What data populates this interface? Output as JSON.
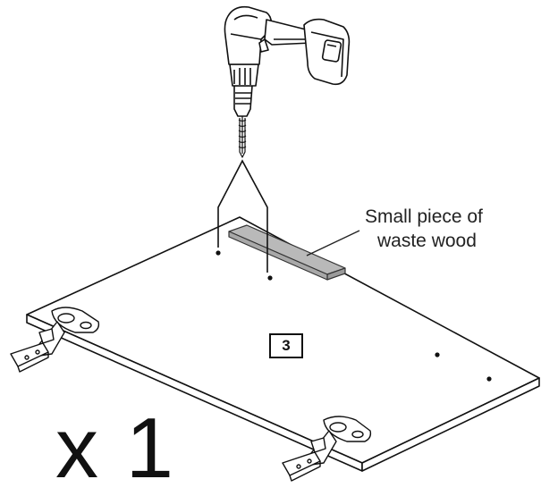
{
  "callout": {
    "line1": "Small piece of",
    "line2": "waste wood"
  },
  "part_number": "3",
  "quantity": "x 1",
  "icons": [
    "drill-icon",
    "hinge-icon"
  ]
}
